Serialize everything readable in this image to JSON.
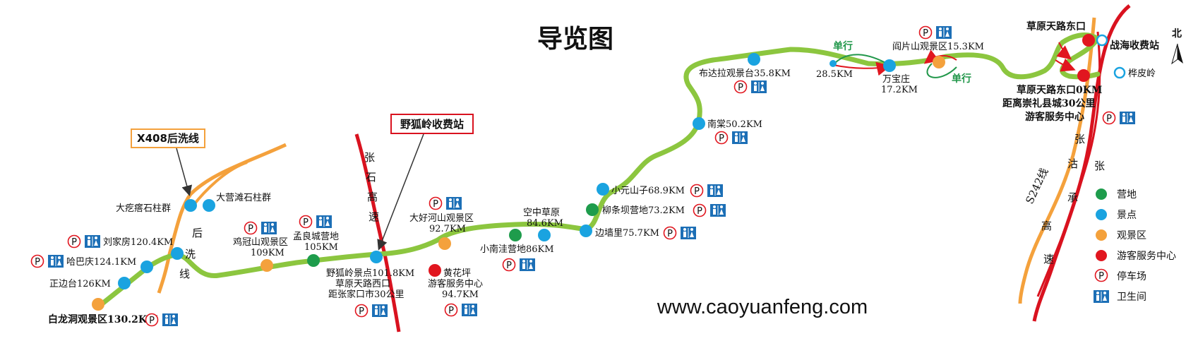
{
  "title": "导览图",
  "website": "www.caoyuanfeng.com",
  "north": "北",
  "icons": {
    "parking": "P",
    "parking_icon": "parking-icon",
    "toilet_icon": "toilet-icon"
  },
  "colors": {
    "route_green": "#8cc63f",
    "route_orange": "#f4a13c",
    "highway_red": "#d9121f",
    "camp": "#1e9c4c",
    "spot": "#1aa3e0",
    "scenic": "#f4a13c",
    "service": "#e1161f",
    "toilet": "#1c6fb6"
  },
  "callouts": {
    "x408": "X408后洗线",
    "yehuling_toll": "野狐岭收费站"
  },
  "road_labels": {
    "houxi": [
      "后",
      "洗",
      "线"
    ],
    "zhangshi": [
      "张",
      "石",
      "高",
      "速"
    ],
    "zhangzhuo": [
      "张",
      "沽",
      "承",
      "高",
      "速"
    ],
    "zhangzhuo2": [
      "张"
    ],
    "s242": "S242线"
  },
  "oneway": {
    "a": "单行",
    "b": "单行"
  },
  "places": {
    "baihuadong": "白龙洞观景区130.2KM",
    "zhengbiantai": "正边台126KM",
    "habaqing": "哈巴庆124.1KM",
    "liujiafang": "刘家房120.4KM",
    "dahedalu": "大疙瘩石柱群",
    "dayingtan": "大营滩石柱群",
    "jiguanshan": "鸡冠山观景区",
    "jiguanshan_km": "109KM",
    "mengliangcheng": "孟良城营地",
    "mengliangcheng_km": "105KM",
    "yehuling": "野狐岭景点101.8KM",
    "xikou": "草原天路西口",
    "xikou_dist": "距张家口市30公里",
    "huanghuaping": "黄花坪",
    "huanghuaping_svc": "游客服务中心",
    "huanghuaping_km": "94.7KM",
    "dahaohe": "大好河山观景区",
    "dahaohe_km": "92.7KM",
    "xiaonanwa": "小南洼营地86KM",
    "kongzhong": "空中草原",
    "kongzhong_km": "84.6KM",
    "bianqiangli": "边墙里75.7KM",
    "liutiaoba": "柳条坝营地73.2KM",
    "xiaoyuanshanzi": "小元山子68.9KM",
    "nanye": "南棠50.2KM",
    "budala": "布达拉观景台35.8KM",
    "p285": "28.5KM",
    "wanbaozhuang": "万宝庄",
    "wanbaozhuang_km": "17.2KM",
    "yanpianshan": "阎片山观景区15.3KM",
    "dongkou": "草原天路东口",
    "zhanhai": "战海收费站",
    "huapiling": "桦皮岭",
    "dongkou0": "草原天路东口0KM",
    "chongli": "距离崇礼县城30公里",
    "dongkou_svc": "游客服务中心"
  },
  "legend": [
    {
      "label": "营地",
      "kind": "dot",
      "color": "#1e9c4c"
    },
    {
      "label": "景点",
      "kind": "dot",
      "color": "#1aa3e0"
    },
    {
      "label": "观景区",
      "kind": "dot",
      "color": "#f4a13c"
    },
    {
      "label": "游客服务中心",
      "kind": "dot",
      "color": "#e1161f"
    },
    {
      "label": "停车场",
      "kind": "parking",
      "color": "#e1161f"
    },
    {
      "label": "卫生间",
      "kind": "toilet",
      "color": "#1c6fb6"
    }
  ]
}
